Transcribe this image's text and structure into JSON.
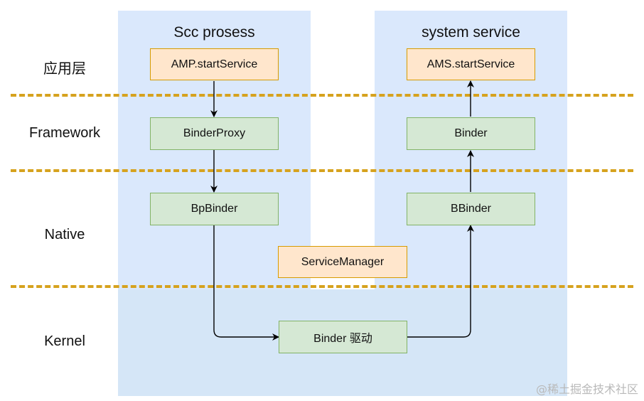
{
  "lanes": {
    "left_title": "Scc prosess",
    "right_title": "system service"
  },
  "layers": {
    "app": "应用层",
    "framework": "Framework",
    "native": "Native",
    "kernel": "Kernel"
  },
  "nodes": {
    "amp_start_service": "AMP.startService",
    "ams_start_service": "AMS.startService",
    "binder_proxy": "BinderProxy",
    "binder": "Binder",
    "bp_binder": "BpBinder",
    "b_binder": "BBinder",
    "service_manager": "ServiceManager",
    "binder_driver": "Binder 驱动"
  },
  "watermark": "@稀土掘金技术社区",
  "colors": {
    "lane_fill": "#dae8fc",
    "orange_fill": "#ffe6cc",
    "orange_stroke": "#d79b00",
    "green_fill": "#d5e8d4",
    "green_stroke": "#82b366",
    "divider": "#d6a21e"
  }
}
